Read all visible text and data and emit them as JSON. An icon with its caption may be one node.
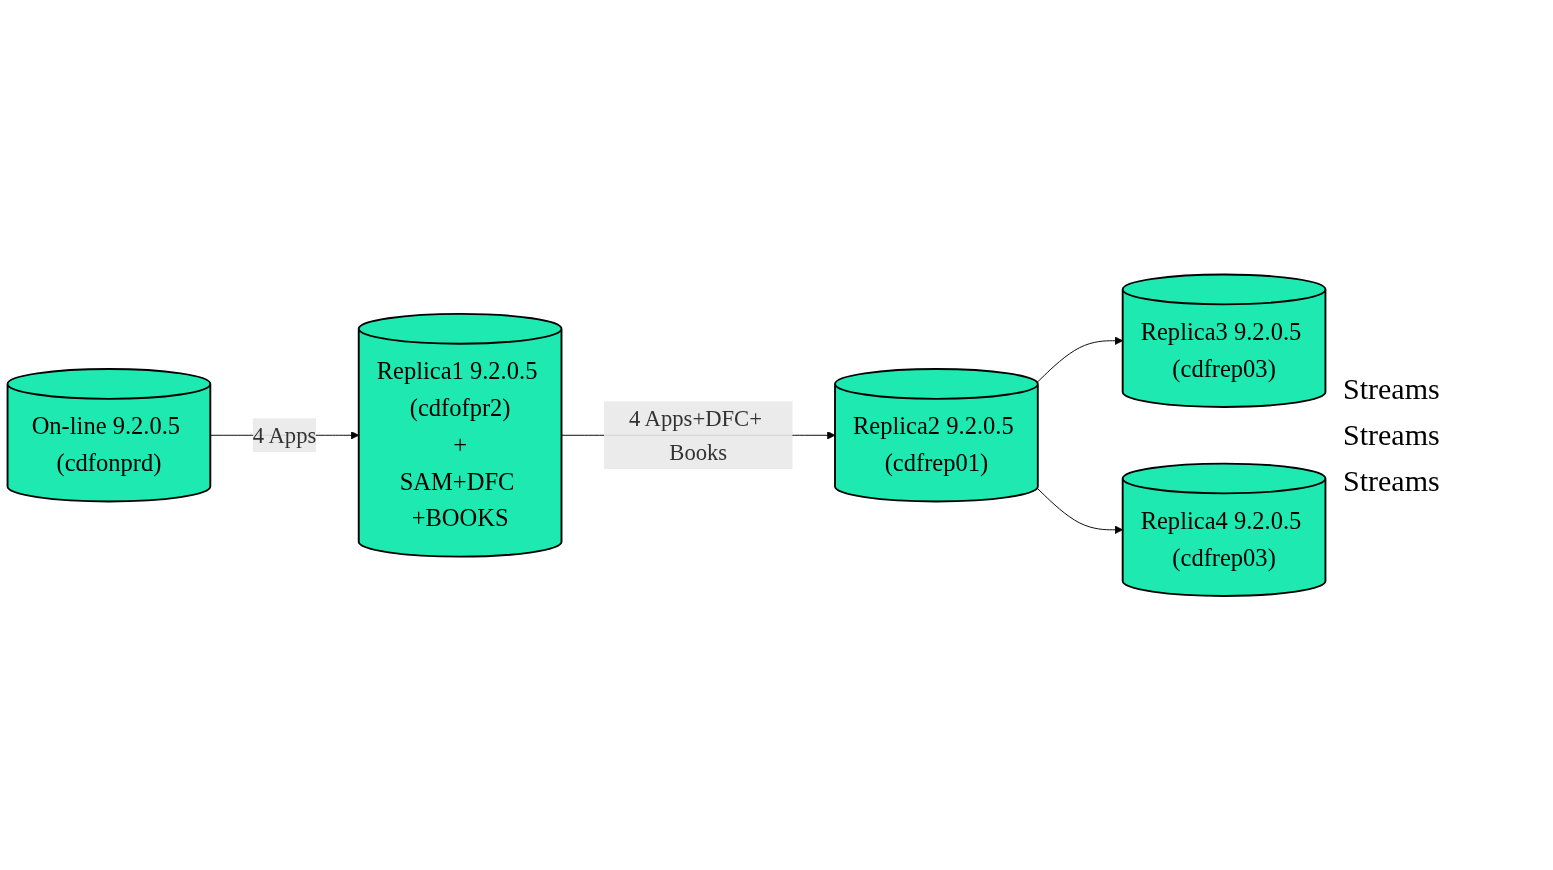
{
  "diagram": {
    "nodes": [
      {
        "text": [
          "On-line 9.2.0.5 (cdfonprd)"
        ]
      },
      {
        "text": [
          "Replica1 9.2.0.5 (cdfofpr2)",
          "+",
          "SAM+DFC +BOOKS"
        ]
      },
      {
        "text": [
          "Replica2 9.2.0.5 (cdfrep01)"
        ]
      },
      {
        "text": [
          "Replica3 9.2.0.5 (cdfrep03)"
        ]
      },
      {
        "text": [
          "Replica4 9.2.0.5 (cdfrep03)"
        ]
      }
    ],
    "edges": [
      {
        "from": 0,
        "to": 1,
        "arrow": "to",
        "label": "4 Apps"
      },
      {
        "from": 1,
        "to": 2,
        "arrow": "to",
        "label": "4 Apps+DFC+ Books"
      },
      {
        "from": 2,
        "to": 3,
        "arrow": "to"
      },
      {
        "from": 2,
        "to": 4,
        "arrow": "to"
      }
    ],
    "labels": [
      "Streams",
      "Streams",
      "Streams"
    ]
  }
}
